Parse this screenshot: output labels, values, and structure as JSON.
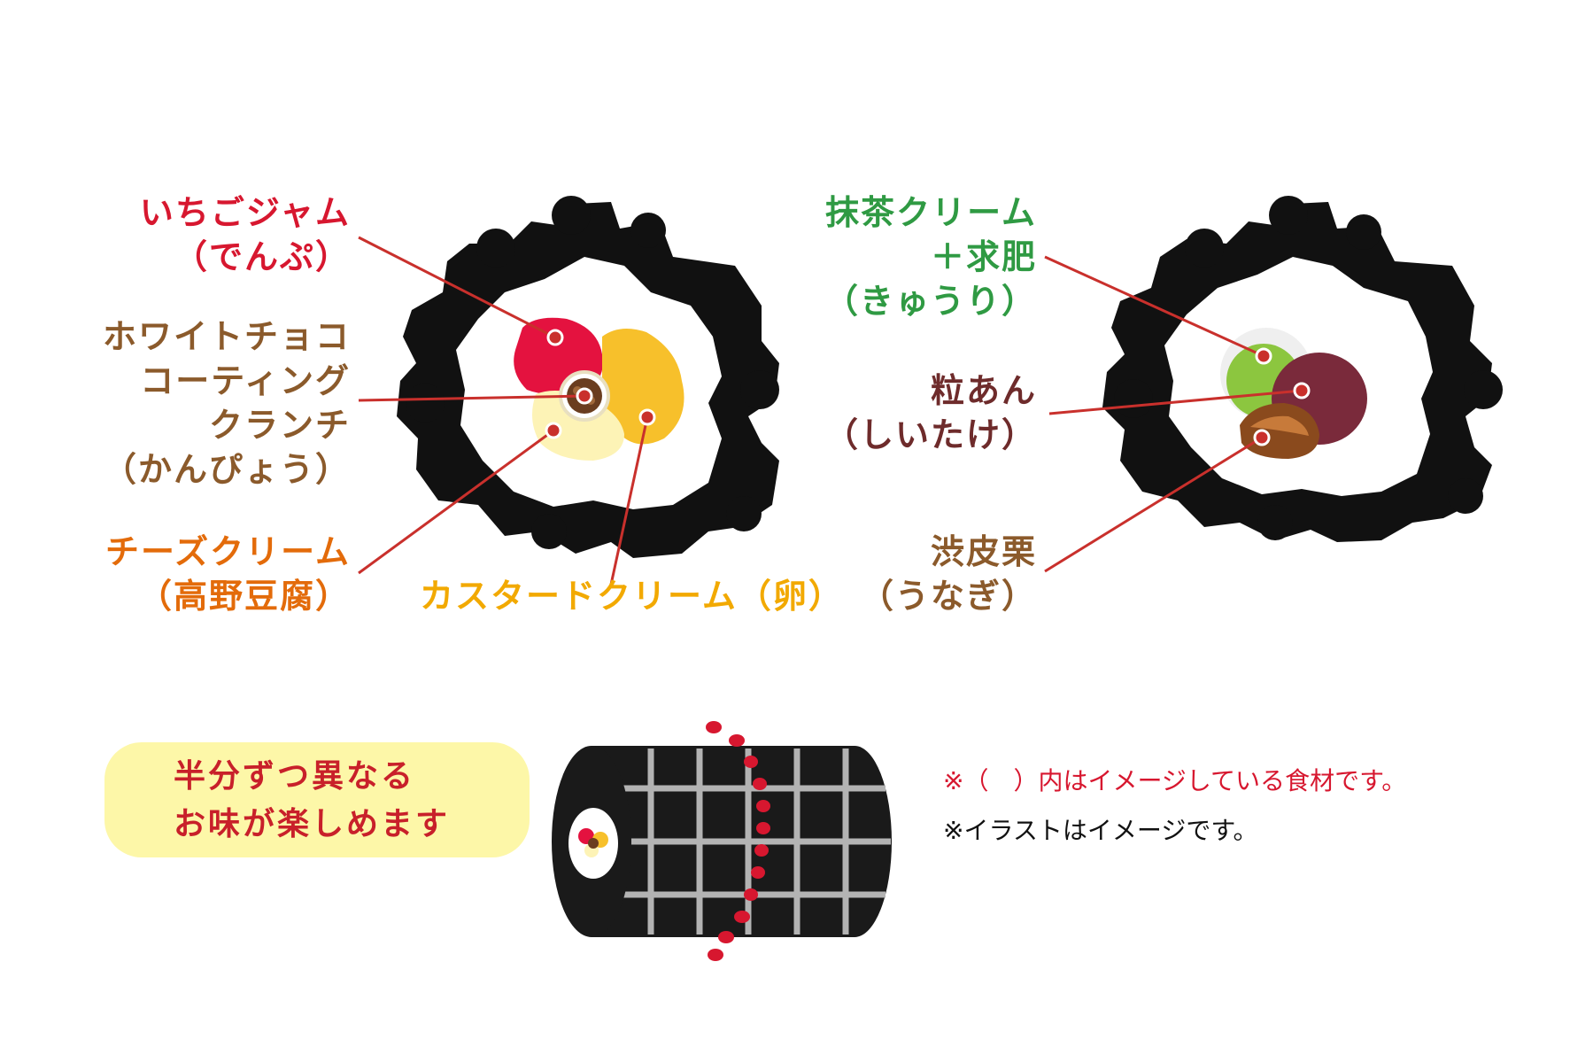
{
  "colors": {
    "red": "#d7172f",
    "brown": "#8b5a2b",
    "orange": "#e36b0a",
    "yellow": "#f2a900",
    "green": "#2f9a43",
    "dark_red": "#6e2b2b",
    "nori": "#111111",
    "pill_bg": "#fdf7a8",
    "pill_text": "#c8202a",
    "line": "#c9302c"
  },
  "left_roll": {
    "strawberry": {
      "lines": [
        "いちごジャム",
        "（でんぷ）"
      ]
    },
    "white_choco": {
      "lines": [
        "ホワイトチョコ",
        "コーティング",
        "クランチ",
        "（かんぴょう）"
      ]
    },
    "cheese": {
      "lines": [
        "チーズクリーム",
        "（高野豆腐）"
      ]
    },
    "custard": {
      "lines": [
        "カスタードクリーム（卵）"
      ]
    }
  },
  "right_roll": {
    "matcha": {
      "lines": [
        "抹茶クリーム",
        "＋求肥",
        "（きゅうり）"
      ]
    },
    "anko": {
      "lines": [
        "粒あん",
        "（しいたけ）"
      ]
    },
    "chestnut": {
      "lines": [
        "渋皮栗",
        "（うなぎ）"
      ]
    }
  },
  "callout": {
    "lines": [
      "半分ずつ異なる",
      "お味が楽しめます"
    ]
  },
  "notes": {
    "ingredients": "※（　）内はイメージしている食材です。",
    "illustration": "※イラストはイメージです。"
  }
}
